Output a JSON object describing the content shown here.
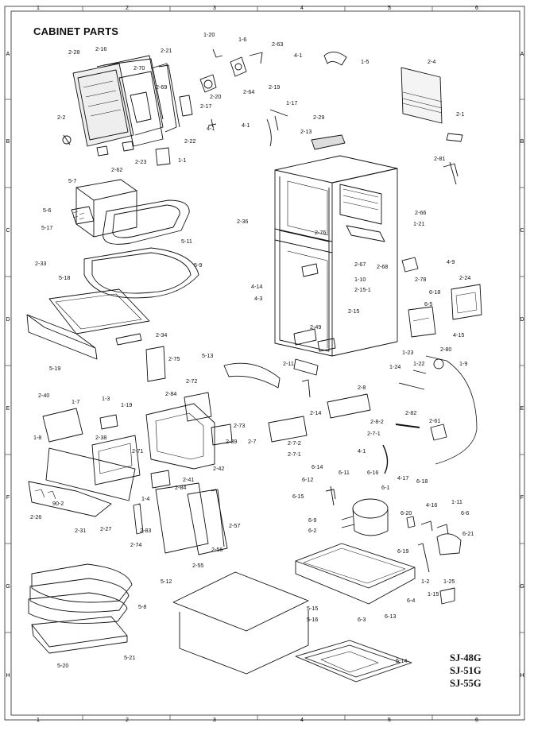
{
  "title": "CABINET PARTS",
  "grid": {
    "columns": [
      "1",
      "2",
      "3",
      "4",
      "5",
      "6"
    ],
    "rows": [
      "A",
      "B",
      "C",
      "D",
      "E",
      "F",
      "G",
      "H"
    ]
  },
  "models": [
    "SJ-48G",
    "SJ-51G",
    "SJ-55G"
  ],
  "labels": [
    "1-20",
    "1-6",
    "2-63",
    "4-1",
    "1-5",
    "2-4",
    "2-28",
    "2-16",
    "2-21",
    "2-70",
    "2-69",
    "2-19",
    "2-64",
    "2-20",
    "2-17",
    "4-1",
    "1-17",
    "2-1",
    "2-2",
    "2-22",
    "4-1",
    "2-29",
    "2-13",
    "2-81",
    "2-62",
    "2-23",
    "1-1",
    "5-7",
    "5-6",
    "5-17",
    "2-36",
    "2-76",
    "2-66",
    "1-21",
    "5-11",
    "5-9",
    "2-67",
    "2-68",
    "2-33",
    "5-18",
    "4-14",
    "1-10",
    "4-3",
    "2-15-1",
    "2-15",
    "4-9",
    "2-78",
    "2-24",
    "6-18",
    "6-5",
    "5-19",
    "2-34",
    "2-49",
    "4-15",
    "2-80",
    "2-75",
    "5-13",
    "2-11",
    "1-23",
    "1-24",
    "1-22",
    "1-9",
    "2-40",
    "1-7",
    "1-3",
    "1-19",
    "2-84",
    "2-72",
    "2-8",
    "1-8",
    "2-38",
    "2-73",
    "2-14",
    "2-82",
    "2-61",
    "2-39",
    "2-8-2",
    "2-7-1",
    "2-7",
    "2-7-2",
    "2-7-1",
    "2-71",
    "2-42",
    "4-1",
    "6-14",
    "6-11",
    "6-16",
    "4-17",
    "6-18",
    "1-4",
    "2-41",
    "6-12",
    "6-15",
    "6-1",
    "2-84",
    "90-2",
    "2-26",
    "2-31",
    "2-27",
    "2-83",
    "2-57",
    "6-20",
    "4-16",
    "1-11",
    "6-6",
    "6-9",
    "6-2",
    "6-19",
    "6-21",
    "2-74",
    "2-56",
    "2-55",
    "1-2",
    "1-25",
    "5-12",
    "5-8",
    "1-15",
    "5-15",
    "5-16",
    "6-3",
    "6-4",
    "6-13",
    "5-14",
    "5-20",
    "5-21"
  ],
  "icons": [
    "cabinet-body-outline",
    "freezer-door-assembly",
    "crisper-drawer",
    "compressor",
    "evaporator-tray",
    "shelf-gasket"
  ]
}
